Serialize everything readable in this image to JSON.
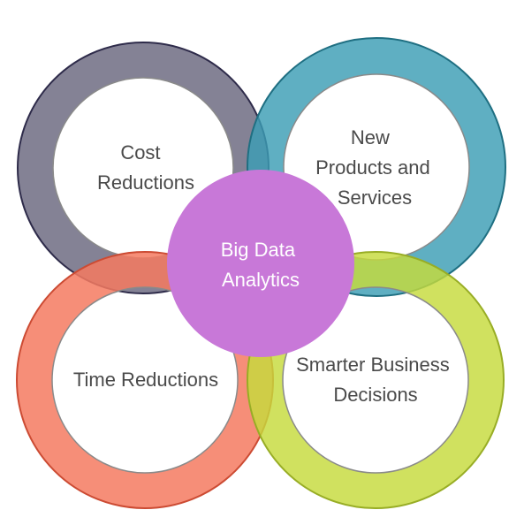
{
  "diagram": {
    "center": {
      "line1": "Big Data",
      "line2": "Analytics"
    },
    "cost": {
      "line1": "Cost",
      "line2": "Reductions"
    },
    "products": {
      "line1": "New",
      "line2": "Products and",
      "line3": "Services"
    },
    "time": {
      "line1": "Time Reductions"
    },
    "decisions": {
      "line1": "Smarter Business",
      "line2": "Decisions"
    }
  },
  "colors": {
    "cost_ring": "#7a778c",
    "products_ring": "#4aa3b8",
    "time_ring": "#f37c63",
    "decisions_ring": "#c9dc4a",
    "center": "#c878d8"
  }
}
